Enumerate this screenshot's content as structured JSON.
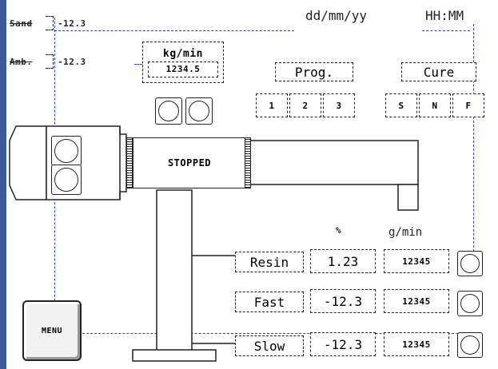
{
  "header": {
    "date_format": "dd/mm/yy",
    "time_format": "HH:MM"
  },
  "sensors": {
    "sand": {
      "label": "Sand",
      "value": "-12.3"
    },
    "amb": {
      "label": "Amb.",
      "value": "-12.3"
    }
  },
  "flow": {
    "unit": "kg/min",
    "value": "1234.5"
  },
  "program": {
    "label": "Prog.",
    "buttons": [
      "1",
      "2",
      "3"
    ]
  },
  "cure": {
    "label": "Cure",
    "buttons": [
      "S",
      "N",
      "F"
    ]
  },
  "mixer": {
    "status": "STOPPED"
  },
  "table": {
    "col_percent": "%",
    "col_rate": "g/min",
    "rows": [
      {
        "name": "Resin",
        "percent": "1.23",
        "rate": "12345"
      },
      {
        "name": "Fast",
        "percent": "-12.3",
        "rate": "12345"
      },
      {
        "name": "Slow",
        "percent": "-12.3",
        "rate": "12345"
      }
    ]
  },
  "menu": {
    "label": "MENU"
  },
  "colors": {
    "accent_line": "#2d3ad8",
    "frame_left": "#3a5a9a",
    "frame_right": "#6a8ac8"
  }
}
